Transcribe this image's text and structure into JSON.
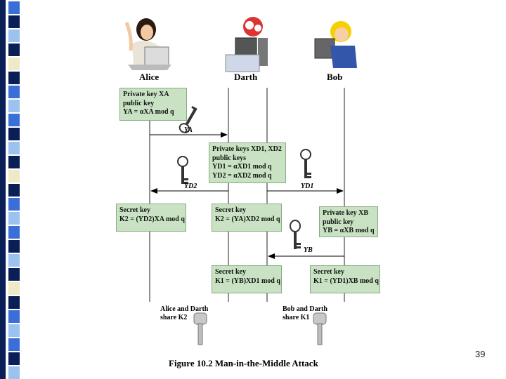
{
  "participants": {
    "alice": "Alice",
    "darth": "Darth",
    "bob": "Bob"
  },
  "boxes": {
    "alice_init": [
      "Private key XA",
      "public key",
      "YA = αXA mod q"
    ],
    "darth_init": [
      "Private keys XD1, XD2",
      "public keys",
      "YD1 = αXD1 mod q",
      "YD2 = αXD2 mod q"
    ],
    "alice_secret": [
      "Secret key",
      "K2 = (YD2)XA mod q"
    ],
    "darth_secret_k2": [
      "Secret key",
      "K2 = (YA)XD2 mod q"
    ],
    "bob_init": [
      "Private key XB",
      "public key",
      "YB = αXB mod q"
    ],
    "darth_secret_k1": [
      "Secret key",
      "K1 = (YB)XD1 mod q"
    ],
    "bob_secret": [
      "Secret key",
      "K1 = (YD1)XB mod q"
    ]
  },
  "arrow_labels": {
    "ya": "YA",
    "yd2": "YD2",
    "yd1": "YD1",
    "yb": "YB"
  },
  "shares": {
    "alice_darth": [
      "Alice and Darth",
      "share K2"
    ],
    "bob_darth": [
      "Bob and Darth",
      "share K1"
    ]
  },
  "caption": "Figure 10.2 Man-in-the-Middle Attack",
  "page_number": "39",
  "colors": {
    "box_fill": "#c9e2c3",
    "box_border": "#8aab86",
    "stripe_dark": "#0b1f57",
    "stripe_blue": "#3a6fd8",
    "stripe_light": "#9cc3f0",
    "stripe_cream": "#efe9c8"
  },
  "icons": [
    "alice-figure",
    "darth-figure",
    "bob-figure",
    "key-icon"
  ]
}
